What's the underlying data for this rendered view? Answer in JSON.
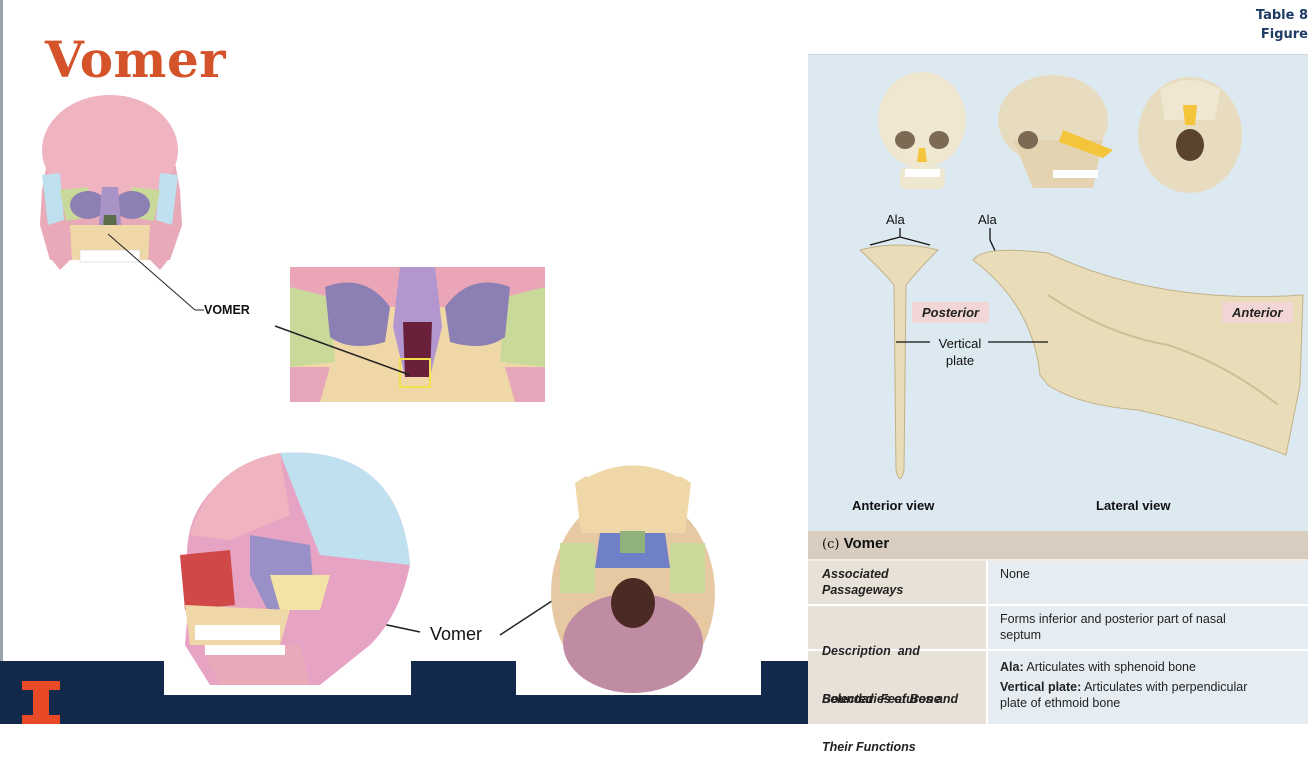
{
  "slide": {
    "title": "Vomer",
    "table_ref_1": "Table 8",
    "table_ref_2": "Figure"
  },
  "left_figures": {
    "top_label": "VOMER",
    "bottom_label": "Vomer"
  },
  "right_figure": {
    "ala_left": "Ala",
    "ala_right": "Ala",
    "posterior": "Posterior",
    "anterior": "Anterior",
    "vertical_plate_1": "Vertical",
    "vertical_plate_2": "plate",
    "anterior_view": "Anterior view",
    "lateral_view": "Lateral view"
  },
  "table": {
    "header_letter": "(c)",
    "header_title": "Vomer",
    "rows": [
      {
        "label_1": "Associated",
        "label_2": "Passageways",
        "value_1": "None"
      },
      {
        "label_1": "Description  and",
        "label_2": "Boundaries of Bone",
        "value_1": "Forms inferior and posterior part of nasal",
        "value_2": "septum"
      },
      {
        "label_1": "Selected  Features and",
        "label_2": "Their Functions",
        "feature_1_name": "Ala:",
        "feature_1_text": " Articulates with sphenoid bone",
        "feature_2_name": "Vertical plate:",
        "feature_2_text": " Articulates with perpendicular",
        "feature_2_text_2": "plate of ethmoid bone"
      }
    ]
  },
  "colors": {
    "title": "#d4532a",
    "footer": "#13294b",
    "logo": "#e84a27",
    "panel": "#dde9f0",
    "table_header": "#d8cdbf"
  }
}
